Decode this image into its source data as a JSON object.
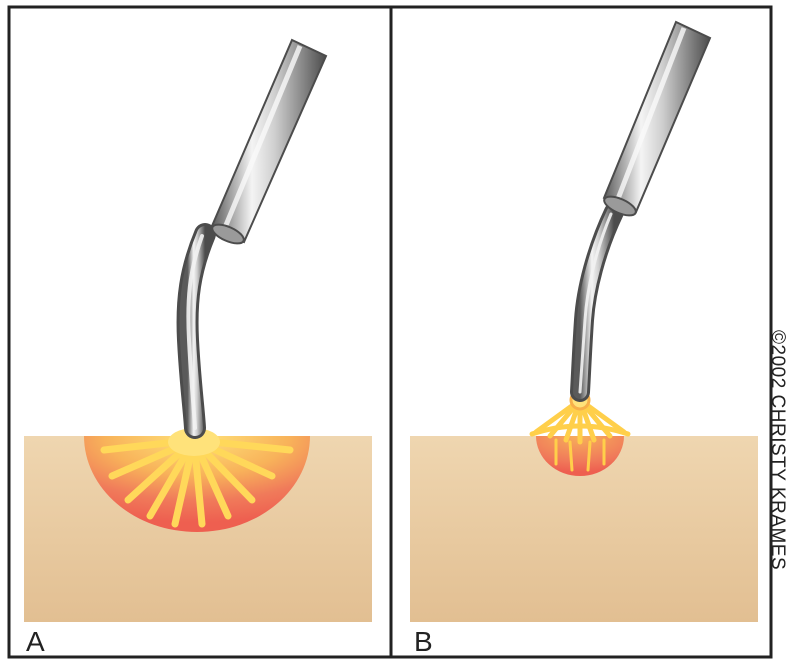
{
  "panels": [
    {
      "label": "A"
    },
    {
      "label": "B"
    }
  ],
  "credit": "©2002 CHRISTY KRAMES",
  "colors": {
    "frame": "#222222",
    "tissue": "#e8c9a0",
    "lesion_outer": "#f06a5a",
    "lesion_inner": "#f7a04f",
    "spark": "#ffd85a",
    "instrument_light": "#e8e8e8",
    "instrument_dark": "#555555"
  }
}
